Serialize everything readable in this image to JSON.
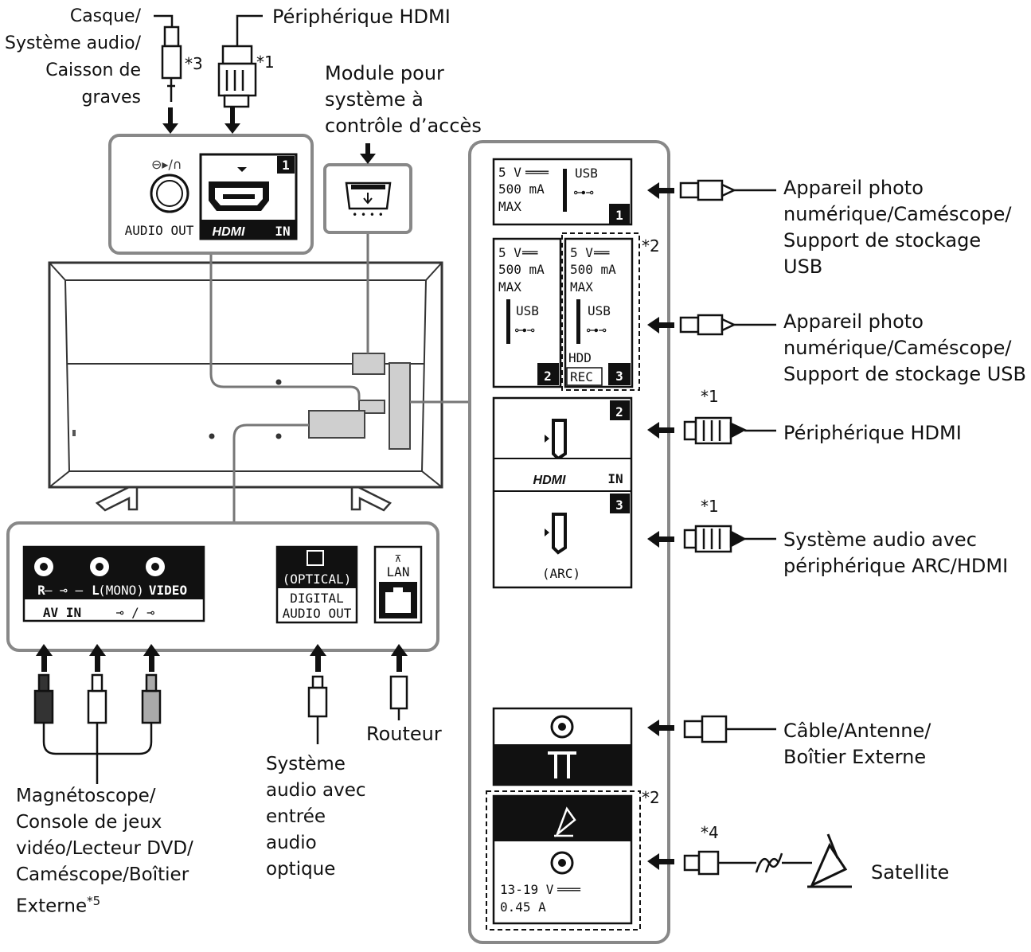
{
  "labels": {
    "casque": "Casque/\nSystème audio/\nCaisson de\ngraves",
    "hdmi_top": "Périphérique HDMI",
    "cam_module": "Module pour\nsystème à\ncontrôle d’accès",
    "usb1_device": "Appareil photo\nnumérique/Caméscope/\nSupport de stockage\nUSB",
    "usb23_device": "Appareil photo\nnumérique/Caméscope/\nSupport de stockage USB",
    "hdmi2_device": "Périphérique HDMI",
    "hdmi3_device": "Système audio avec\npériphérique ARC/HDMI",
    "cable_device": "Câble/Antenne/\nBoîtier Externe",
    "satellite": "Satellite",
    "av_device": "Magnétoscope/\nConsole de jeux\nvidéo/Lecteur DVD/\nCaméscope/Boîtier\nExterne",
    "av_note": "*5",
    "optical_device": "Système\naudio avec\nentrée\naudio\noptique",
    "router": "Routeur"
  },
  "notes": {
    "n3": "*3",
    "n1": "*1",
    "n2": "*2",
    "n4": "*4"
  },
  "ports": {
    "audio_out": "AUDIO OUT",
    "hdmi_logo": "HDMI",
    "hdmi_in": "IN",
    "hdmi_arc": "(ARC)",
    "usb": "USB",
    "usb_v": "5 V",
    "usb_ma": "500 mA",
    "usb_max": "MAX",
    "hdd": "HDD",
    "rec": "REC",
    "num1": "1",
    "num2": "2",
    "num3": "3",
    "sat_v": "13-19 V",
    "sat_a": "0.45 A",
    "av_r": "R",
    "av_l": "L",
    "av_mono": "(MONO)",
    "av_video": "VIDEO",
    "av_in": "AV IN",
    "optical": "(OPTICAL)",
    "digital": "DIGITAL",
    "audio_out2": "AUDIO OUT",
    "lan": "LAN"
  }
}
